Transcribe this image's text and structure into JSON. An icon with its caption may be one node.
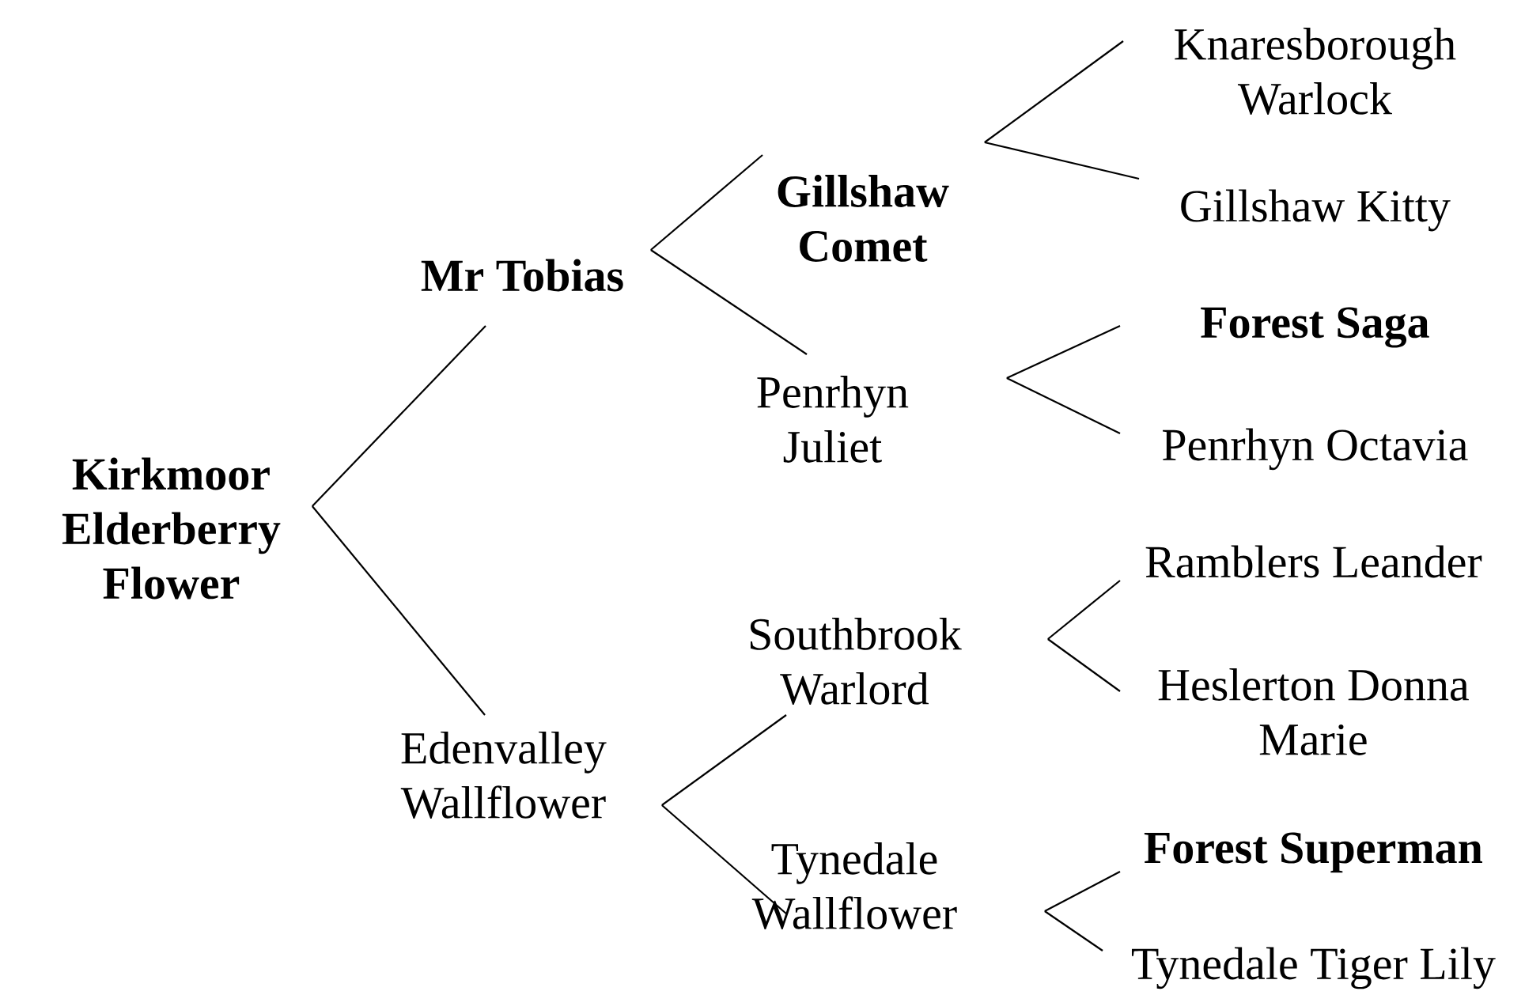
{
  "diagram": {
    "nodes": [
      {
        "text": [
          "Kirkmoor Elderberry Flower"
        ]
      },
      {
        "text": [
          "Mr Tobias"
        ]
      },
      {
        "text": [
          "Edenvalley Wallflower"
        ]
      },
      {
        "text": [
          "Gillshaw Comet"
        ]
      },
      {
        "text": [
          "Penrhyn Juliet"
        ]
      },
      {
        "text": [
          "Southbrook Warlord"
        ]
      },
      {
        "text": [
          "Tynedale Wallflower"
        ]
      },
      {
        "text": [
          "Knaresborough Warlock"
        ]
      },
      {
        "text": [
          "Gillshaw Kitty"
        ]
      },
      {
        "text": [
          "Forest Saga"
        ]
      },
      {
        "text": [
          "Penrhyn Octavia"
        ]
      },
      {
        "text": [
          "Ramblers Leander"
        ]
      },
      {
        "text": [
          "Heslerton Donna Marie"
        ]
      },
      {
        "text": [
          "Forest Superman"
        ]
      },
      {
        "text": [
          "Tynedale Tiger Lily"
        ]
      }
    ],
    "edges": [
      {
        "from": 0,
        "to": 1,
        "arrow": "none"
      },
      {
        "from": 0,
        "to": 2,
        "arrow": "none"
      },
      {
        "from": 1,
        "to": 3,
        "arrow": "none"
      },
      {
        "from": 1,
        "to": 4,
        "arrow": "none"
      },
      {
        "from": 2,
        "to": 5,
        "arrow": "none"
      },
      {
        "from": 2,
        "to": 6,
        "arrow": "none"
      },
      {
        "from": 3,
        "to": 7,
        "arrow": "none"
      },
      {
        "from": 3,
        "to": 8,
        "arrow": "none"
      },
      {
        "from": 4,
        "to": 9,
        "arrow": "none"
      },
      {
        "from": 4,
        "to": 10,
        "arrow": "none"
      },
      {
        "from": 5,
        "to": 11,
        "arrow": "none"
      },
      {
        "from": 5,
        "to": 12,
        "arrow": "none"
      },
      {
        "from": 6,
        "to": 13,
        "arrow": "none"
      },
      {
        "from": 6,
        "to": 14,
        "arrow": "none"
      }
    ]
  }
}
